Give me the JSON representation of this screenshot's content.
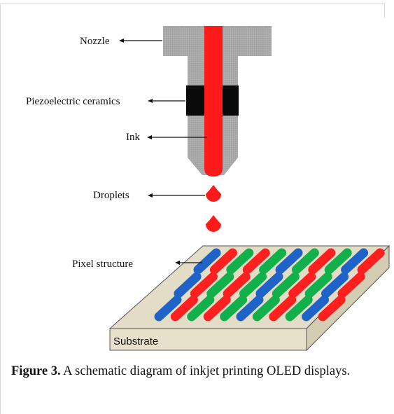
{
  "labels": {
    "nozzle": "Nozzle",
    "piezo": "Piezoelectric ceramics",
    "ink": "Ink",
    "droplets": "Droplets",
    "pixel_structure": "Pixel structure",
    "substrate": "Substrate"
  },
  "caption": {
    "label": "Figure 3.",
    "text": " A schematic diagram of inkjet printing OLED displays."
  },
  "colors": {
    "ink_red": "#ff1a1a",
    "pixel_red": "#ff1f1f",
    "pixel_green": "#12b04a",
    "pixel_blue": "#1f63c9",
    "nozzle_gray": "#a9a9a9",
    "piezo_black": "#0a0a0a",
    "substrate_top": "#e3dcc6",
    "substrate_side": "#d4ccb3"
  },
  "pixel_rows": [
    [
      "blue",
      "red",
      "green",
      "red",
      "green",
      "blue",
      "green",
      "red",
      "green",
      "blue",
      "red"
    ],
    [
      "blue",
      "red",
      "green",
      "red",
      "green",
      "blue",
      "green",
      "red",
      "green",
      "blue",
      "red"
    ],
    [
      "blue",
      "red",
      "green",
      "red",
      "green",
      "blue",
      "green",
      "red",
      "green",
      "blue",
      "red"
    ]
  ]
}
